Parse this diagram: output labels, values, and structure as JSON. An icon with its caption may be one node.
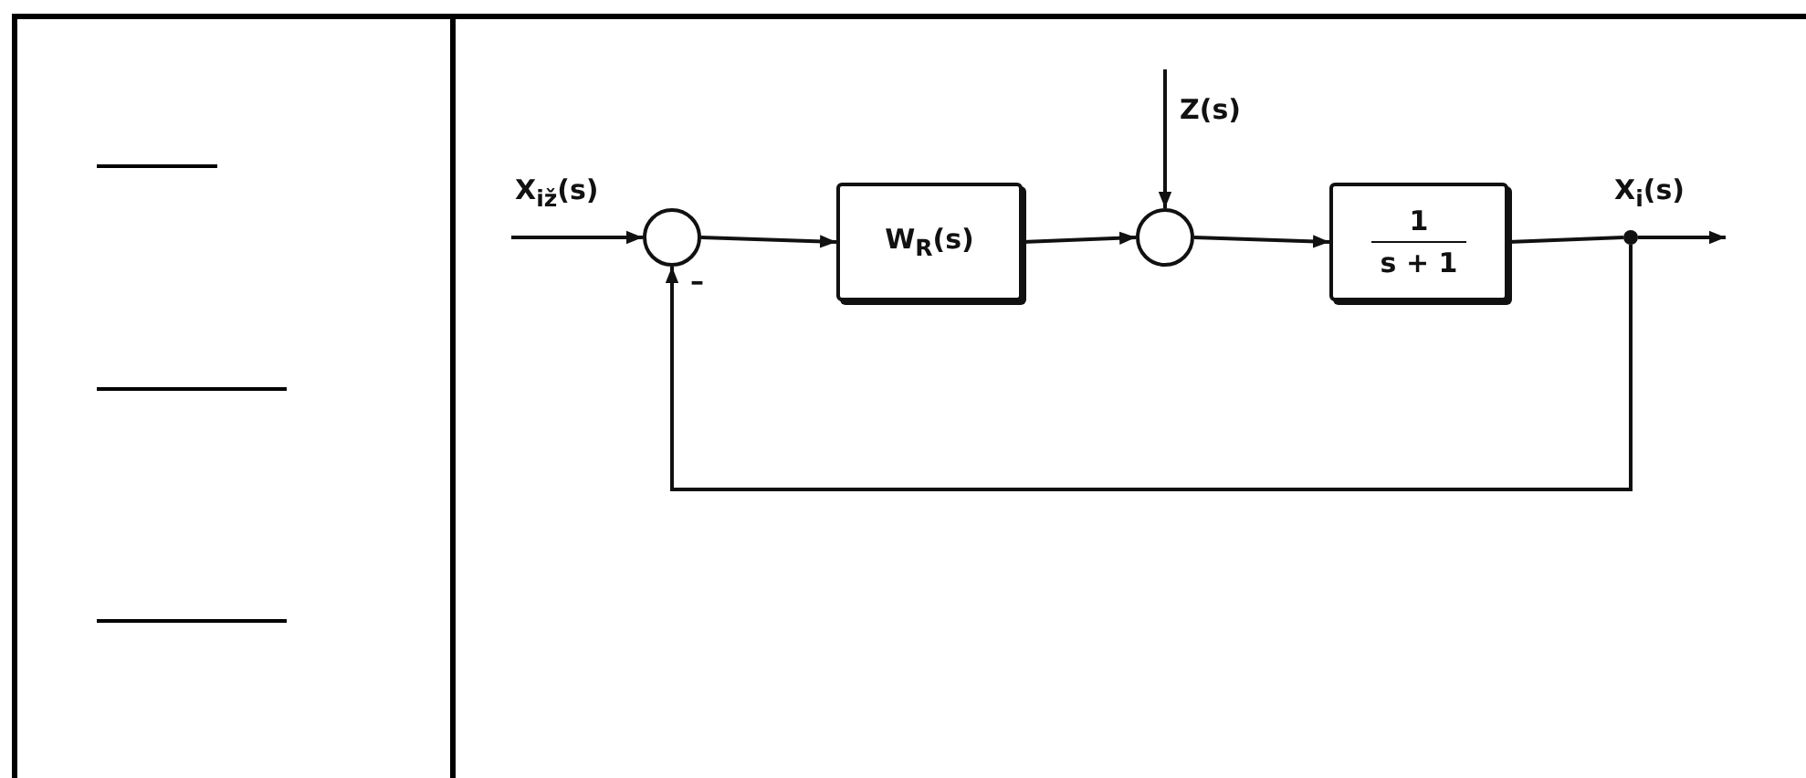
{
  "diagram": {
    "nodes": [
      {
        "text": [],
        "shape": "circle"
      },
      {
        "text": [
          "W$_{R}$(s)"
        ]
      },
      {
        "text": [],
        "shape": "circle"
      },
      {
        "text": [
          "1",
          "s + 1"
        ]
      },
      {
        "text": [],
        "shape": "dot"
      }
    ],
    "edges": [
      {
        "from": null,
        "to": 0,
        "arrow": "to",
        "label": "X$_{iž}$(s)"
      },
      {
        "from": 0,
        "to": 1,
        "arrow": "to"
      },
      {
        "from": 1,
        "to": 2,
        "arrow": "to"
      },
      {
        "from": null,
        "to": 2,
        "arrow": "to",
        "label": "Z(s)"
      },
      {
        "from": 2,
        "to": 3,
        "arrow": "to"
      },
      {
        "from": 3,
        "to": 4,
        "arrow": "none"
      },
      {
        "from": 4,
        "to": null,
        "arrow": "to",
        "label": "X$_{i}$(s)"
      },
      {
        "from": 4,
        "to": 0,
        "arrow": "to",
        "label": "–"
      }
    ]
  }
}
